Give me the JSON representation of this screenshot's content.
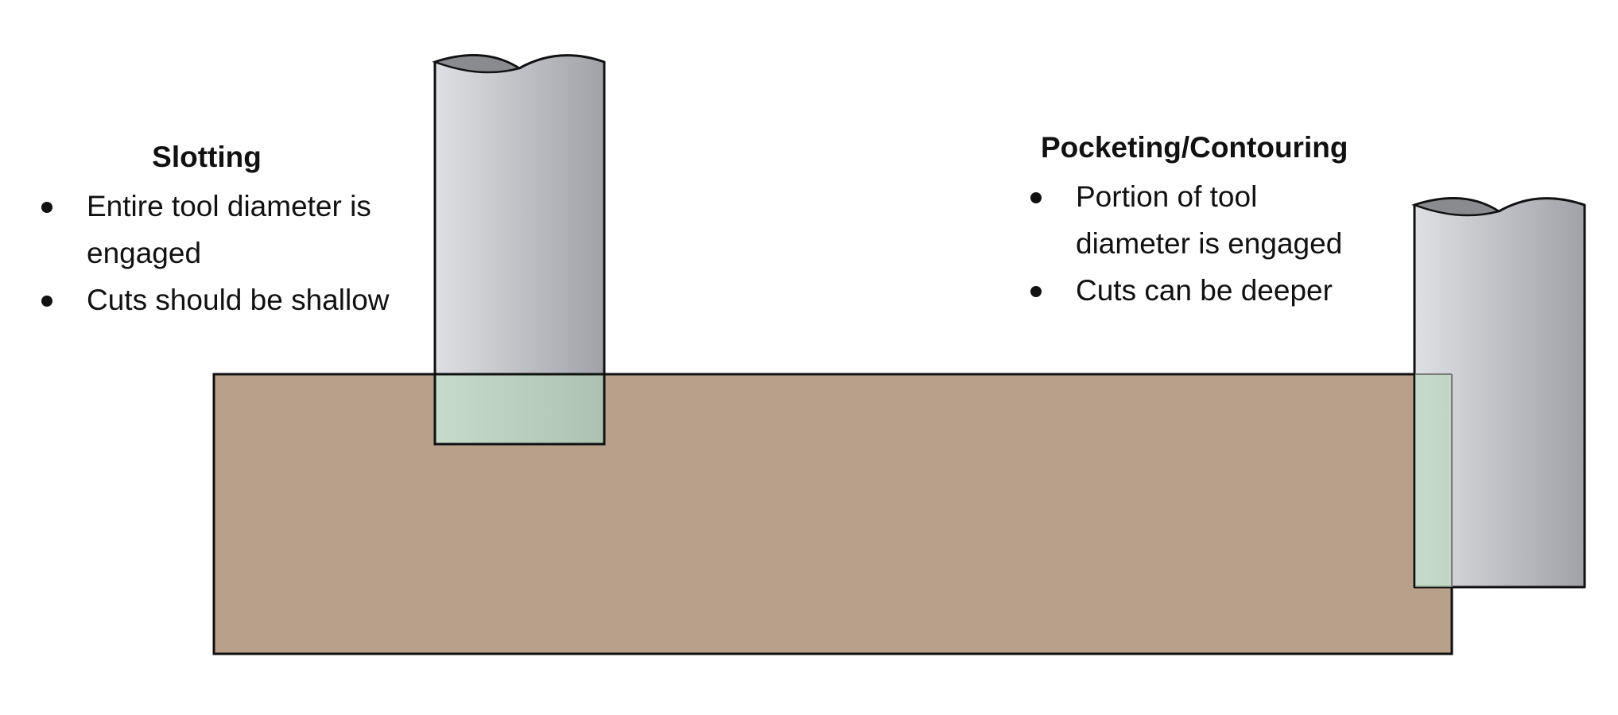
{
  "slotting": {
    "title": "Slotting",
    "bullets": [
      "Entire tool diameter is engaged",
      "Cuts should be shallow"
    ]
  },
  "pocketing": {
    "title": "Pocketing/Contouring",
    "bullets": [
      "Portion of tool diameter is engaged",
      "Cuts can be deeper"
    ]
  },
  "colors": {
    "workpiece": "#b9a08a",
    "tool_light": "#dfe0e3",
    "tool_dark": "#a0a2a8",
    "tool_top_shade": "#8a8b8f",
    "engagement_overlay": "#b6d7b8",
    "outline": "#111111"
  }
}
